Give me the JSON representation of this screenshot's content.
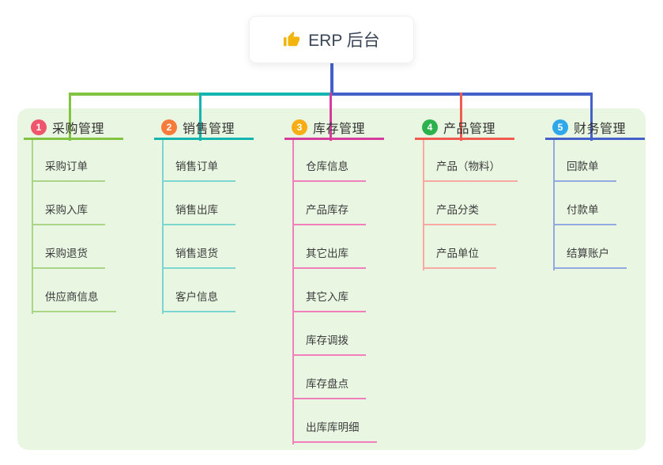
{
  "root_node": {
    "label": "ERP 后台",
    "icon": "thumbs-up-icon"
  },
  "canvas": {
    "background": "#ffffff",
    "panel_background": "#e9f6e2"
  },
  "connector": {
    "root_line_color": "#4660c9"
  },
  "branches": [
    {
      "badge": "1",
      "label": "采购管理",
      "badge_color": "#f0566b",
      "line_color": "#82c341",
      "child_line_color": "#aad587",
      "children": [
        "采购订单",
        "采购入库",
        "采购退货",
        "供应商信息"
      ]
    },
    {
      "badge": "2",
      "label": "销售管理",
      "badge_color": "#f77b3b",
      "line_color": "#13b5ae",
      "child_line_color": "#7ad6cf",
      "children": [
        "销售订单",
        "销售出库",
        "销售退货",
        "客户信息"
      ]
    },
    {
      "badge": "3",
      "label": "库存管理",
      "badge_color": "#f9ad15",
      "line_color": "#d53c9c",
      "child_line_color": "#f27ebc",
      "children": [
        "仓库信息",
        "产品库存",
        "其它出库",
        "其它入库",
        "库存调拨",
        "库存盘点",
        "出库库明细"
      ]
    },
    {
      "badge": "4",
      "label": "产品管理",
      "badge_color": "#2bb24c",
      "line_color": "#f25a50",
      "child_line_color": "#f9a9a2",
      "children": [
        "产品（物料）",
        "产品分类",
        "产品单位"
      ]
    },
    {
      "badge": "5",
      "label": "财务管理",
      "badge_color": "#2fa8e9",
      "line_color": "#4660c9",
      "child_line_color": "#93a9e2",
      "children": [
        "回款单",
        "付款单",
        "结算账户"
      ]
    }
  ]
}
